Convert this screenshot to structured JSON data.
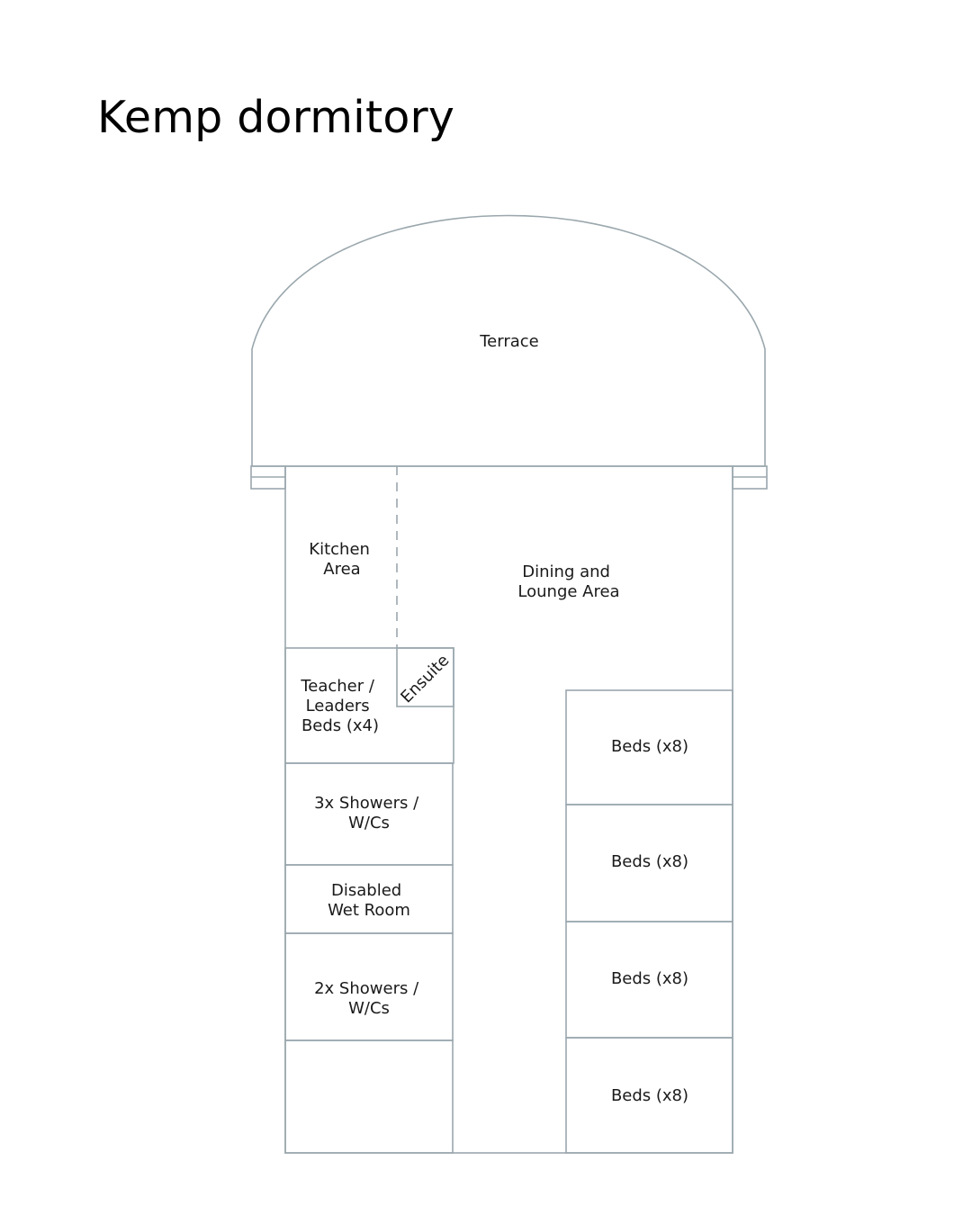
{
  "title": "Kemp dormitory",
  "colors": {
    "walls": "#9aa7ad",
    "text": "#1a1a1a",
    "background": "#ffffff"
  },
  "rooms": {
    "terrace": "Terrace",
    "kitchen": [
      "Kitchen",
      "Area"
    ],
    "dining": [
      "Dining and",
      "Lounge Area"
    ],
    "ensuite": "Ensuite",
    "teacher": [
      "Teacher /",
      "Leaders",
      "Beds (x4)"
    ],
    "showers_3": [
      "3x Showers /",
      "W/Cs"
    ],
    "disabled": [
      "Disabled",
      "Wet Room"
    ],
    "showers_2": [
      "2x Showers /",
      "W/Cs"
    ],
    "beds": [
      "Beds (x8)",
      "Beds (x8)",
      "Beds (x8)",
      "Beds (x8)"
    ]
  }
}
